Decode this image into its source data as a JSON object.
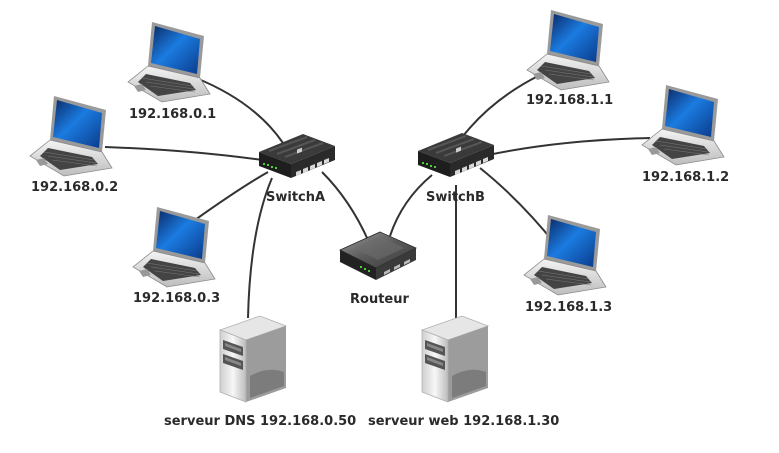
{
  "network": {
    "laptops_a": [
      {
        "ip": "192.168.0.1"
      },
      {
        "ip": "192.168.0.2"
      },
      {
        "ip": "192.168.0.3"
      }
    ],
    "laptops_b": [
      {
        "ip": "192.168.1.1"
      },
      {
        "ip": "192.168.1.2"
      },
      {
        "ip": "192.168.1.3"
      }
    ],
    "switch_a": {
      "label": "SwitchA"
    },
    "switch_b": {
      "label": "SwitchB"
    },
    "router": {
      "label": "Routeur"
    },
    "dns_server": {
      "label": "serveur DNS 192.168.0.50"
    },
    "web_server": {
      "label": "serveur web 192.168.1.30"
    }
  },
  "colors": {
    "link": "#333333",
    "screen": "#1a6fd0",
    "device_body": "#2b2b2b",
    "server_body": "#e8e8e8",
    "led": "#4cd137"
  },
  "icons": {
    "laptop": "laptop-icon",
    "switch": "network-switch-icon",
    "router": "router-icon",
    "server": "server-tower-icon"
  }
}
